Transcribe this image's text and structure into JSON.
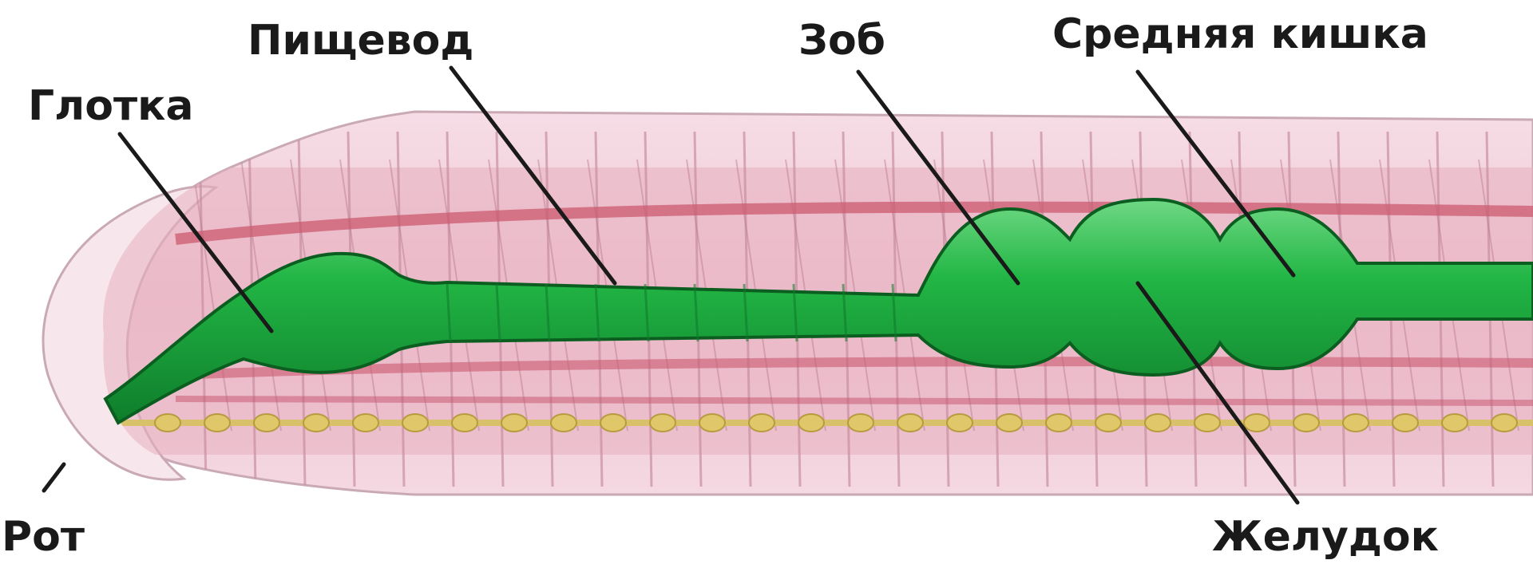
{
  "labels": {
    "mouth": "Рот",
    "pharynx": "Глотка",
    "esophagus": "Пищевод",
    "crop": "Зоб",
    "gizzard": "Желудок",
    "midgut": "Средняя кишка"
  },
  "colors": {
    "body_outer": "#f3d3df",
    "body_inner": "#eab4c4",
    "segment_line": "#c98fa2",
    "blood_vessel": "#cf5f73",
    "nerve_chain": "#e0c76a",
    "gut": "#1fae3f",
    "gut_dark": "#0f7a2a",
    "gut_light": "#7ee08f",
    "text": "#1a1a1a"
  }
}
